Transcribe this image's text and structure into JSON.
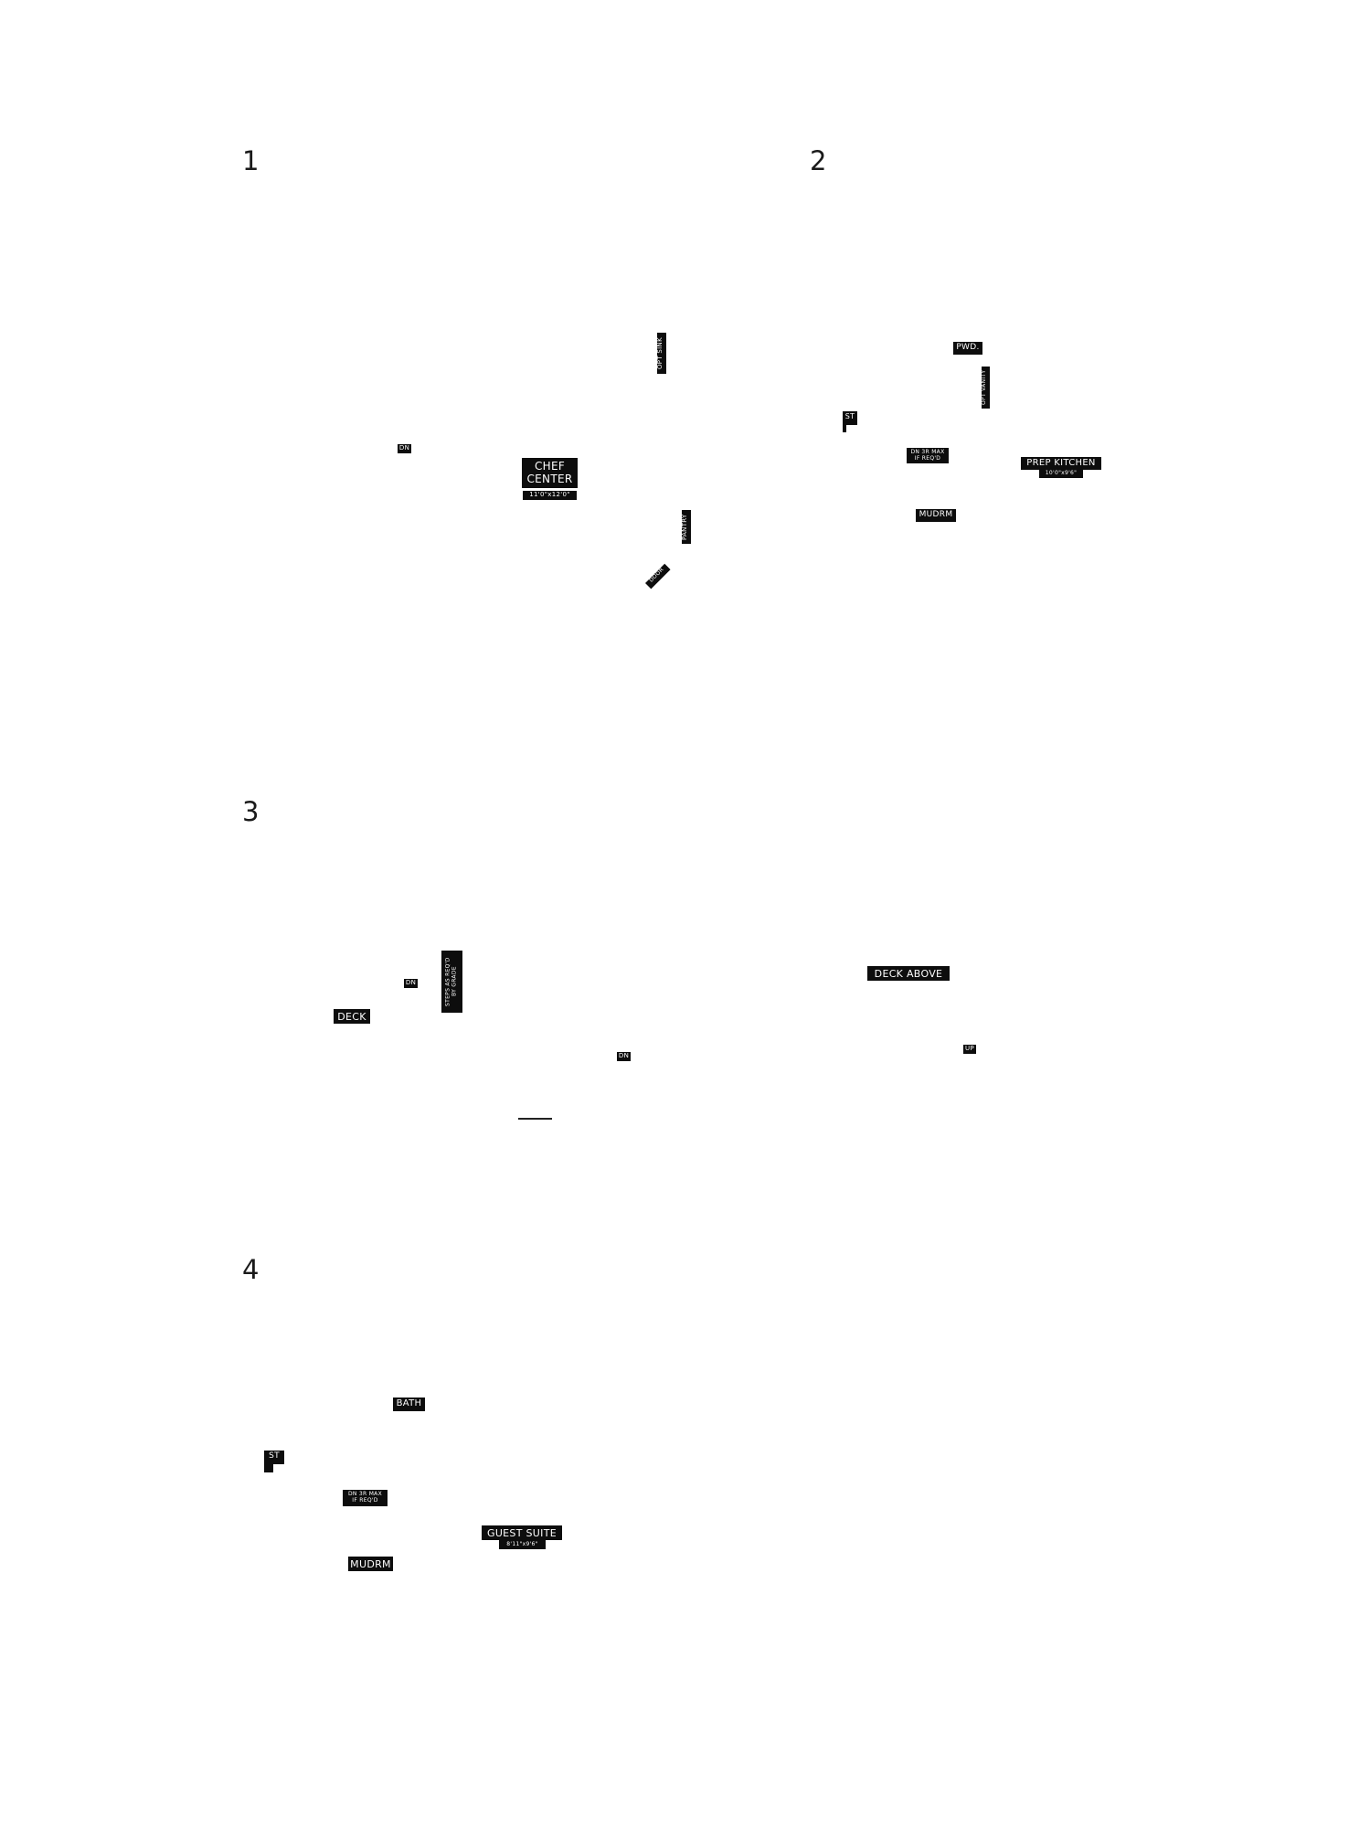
{
  "panels": {
    "p1": {
      "number": "1"
    },
    "p2": {
      "number": "2"
    },
    "p3": {
      "number": "3"
    },
    "p4": {
      "number": "4"
    }
  },
  "plan1": {
    "opt_sink": "OPT SINK",
    "dn": "DN",
    "chef_center_l1": "CHEF",
    "chef_center_l2": "CENTER",
    "chef_center_dim": "11'0\"x12'0\"",
    "pantry": "PANTRY",
    "door": "DOOR"
  },
  "plan2": {
    "pwd": "PWD.",
    "opt_vanity": "OPT VANITY",
    "st": "ST",
    "dn_3r_l1": "DN 3R MAX",
    "dn_3r_l2": "IF REQ'D",
    "prep_kitchen": "PREP KITCHEN",
    "prep_kitchen_dim": "10'0\"x9'6\"",
    "mudrm": "MUDRM"
  },
  "plan3": {
    "dn_a": "DN",
    "steps_l1": "STEPS AS REQ'D",
    "steps_l2": "BY GRADE",
    "deck": "DECK",
    "dn_b": "DN",
    "deck_above": "DECK ABOVE",
    "up": "UP"
  },
  "plan4": {
    "bath": "BATH",
    "st": "ST",
    "dn_3r_l1": "DN 3R MAX",
    "dn_3r_l2": "IF REQ'D",
    "guest_suite": "GUEST SUITE",
    "guest_suite_dim": "8'11\"x9'6\"",
    "mudrm": "MUDRM"
  }
}
